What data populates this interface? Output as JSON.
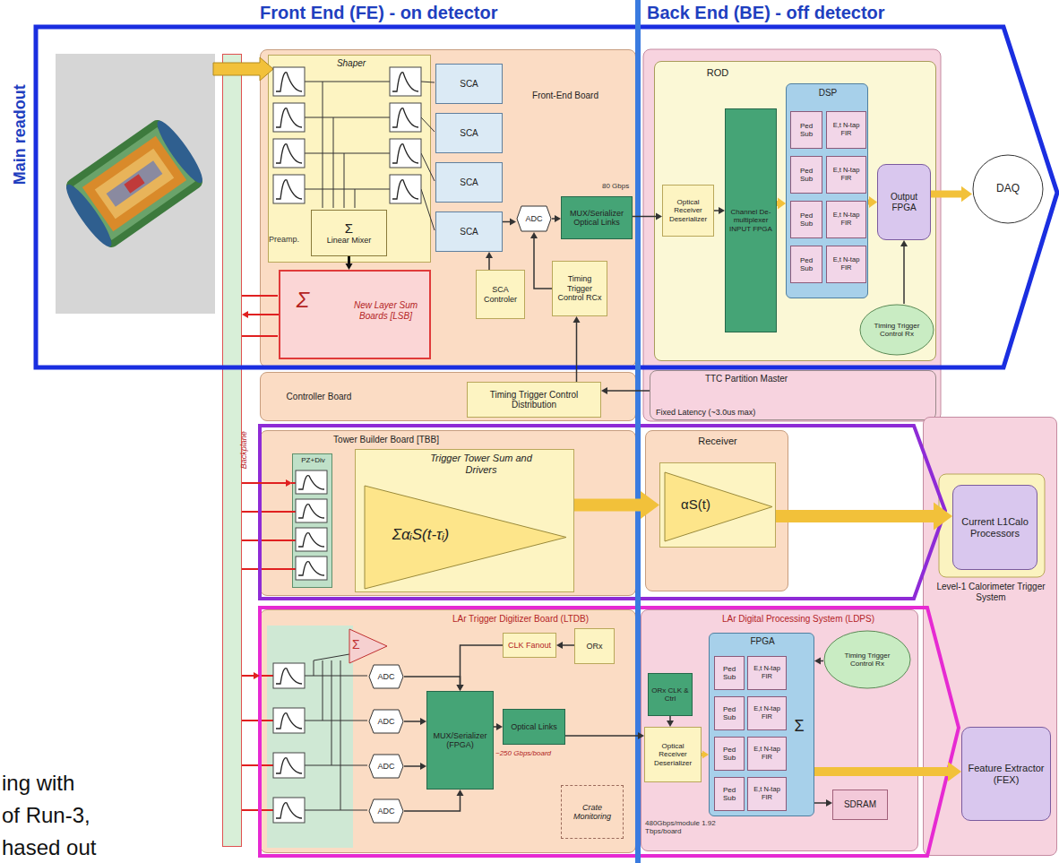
{
  "diagram": {
    "nodes": [
      {
        "text": [
          "Front-End Board"
        ]
      },
      {
        "text": [
          "Shaper"
        ],
        "in": 0
      },
      {
        "text": [
          "Σ",
          "Linear Mixer"
        ],
        "in": 1
      },
      {
        "text": [
          "SCA"
        ],
        "in": 0
      },
      {
        "text": [
          "SCA"
        ],
        "in": 0
      },
      {
        "text": [
          "SCA"
        ],
        "in": 0
      },
      {
        "text": [
          "SCA"
        ],
        "in": 0
      },
      {
        "text": [
          "ADC"
        ],
        "in": 0
      },
      {
        "text": [
          "MUX/Serializer Optical Links"
        ],
        "in": 0
      },
      {
        "text": [
          "Timing Trigger Control RCx"
        ],
        "in": 0
      },
      {
        "text": [
          "SCA Controler"
        ],
        "in": 0
      },
      {
        "text": [
          "Σ",
          "New Layer Sum Boards [LSB]"
        ],
        "in": 0
      },
      {
        "text": [
          "Controller Board"
        ]
      },
      {
        "text": [
          "Timing Trigger Control Distribution"
        ],
        "in": 12
      },
      {
        "text": [
          "ROD"
        ]
      },
      {
        "text": [
          "Optical Receiver Deserializer"
        ],
        "in": 14
      },
      {
        "text": [
          "Channel De-multiplexer INPUT FPGA"
        ],
        "in": 14
      },
      {
        "text": [
          "DSP"
        ],
        "in": 14
      },
      {
        "text": [
          "Ped Sub"
        ],
        "in": 17
      },
      {
        "text": [
          "E,t N-tap FIR"
        ],
        "in": 17
      },
      {
        "text": [
          "Ped Sub"
        ],
        "in": 17
      },
      {
        "text": [
          "E,t N-tap FIR"
        ],
        "in": 17
      },
      {
        "text": [
          "Ped Sub"
        ],
        "in": 17
      },
      {
        "text": [
          "E,t N-tap FIR"
        ],
        "in": 17
      },
      {
        "text": [
          "Ped Sub"
        ],
        "in": 17
      },
      {
        "text": [
          "E,t N-tap FIR"
        ],
        "in": 17
      },
      {
        "text": [
          "Output FPGA"
        ],
        "in": 14
      },
      {
        "text": [
          "Timing Trigger Control Rx"
        ],
        "in": 14
      },
      {
        "text": [
          "DAQ"
        ]
      },
      {
        "text": [
          "TTC Partition Master"
        ]
      },
      {
        "text": [
          "Tower Builder Board [TBB]"
        ]
      },
      {
        "text": [
          "PZ+Div"
        ],
        "in": 30
      },
      {
        "text": [
          "Trigger Tower Sum and Drivers",
          "ΣαᵢS(t-τᵢ)"
        ],
        "in": 30
      },
      {
        "text": [
          "Receiver"
        ]
      },
      {
        "text": [
          "αS(t)"
        ],
        "in": 33
      },
      {
        "text": [
          "Level-1 Calorimeter Trigger System"
        ]
      },
      {
        "text": [
          "Current L1Calo Processors"
        ],
        "in": 35
      },
      {
        "text": [
          "Feature Extractor (FEX)"
        ],
        "in": 35
      },
      {
        "text": [
          "LAr Trigger Digitizer Board (LTDB)"
        ]
      },
      {
        "text": [
          "ADC"
        ],
        "in": 38
      },
      {
        "text": [
          "ADC"
        ],
        "in": 38
      },
      {
        "text": [
          "ADC"
        ],
        "in": 38
      },
      {
        "text": [
          "ADC"
        ],
        "in": 38
      },
      {
        "text": [
          "CLK Fanout"
        ],
        "in": 38
      },
      {
        "text": [
          "ORx"
        ],
        "in": 38
      },
      {
        "text": [
          "MUX/Serializer (FPGA)"
        ],
        "in": 38
      },
      {
        "text": [
          "Optical Links"
        ],
        "in": 38
      },
      {
        "text": [
          "Crate Monitoring"
        ],
        "in": 38
      },
      {
        "text": [
          "LAr Digital Processing System (LDPS)"
        ]
      },
      {
        "text": [
          "ORx CLK & Ctrl"
        ],
        "in": 48
      },
      {
        "text": [
          "Optical Receiver Deserializer"
        ],
        "in": 48
      },
      {
        "text": [
          "FPGA"
        ],
        "in": 48
      },
      {
        "text": [
          "Ped Sub"
        ],
        "in": 51
      },
      {
        "text": [
          "E,t N-tap FIR"
        ],
        "in": 51
      },
      {
        "text": [
          "Ped Sub"
        ],
        "in": 51
      },
      {
        "text": [
          "E,t N-tap FIR"
        ],
        "in": 51
      },
      {
        "text": [
          "Ped Sub"
        ],
        "in": 51
      },
      {
        "text": [
          "E,t N-tap FIR"
        ],
        "in": 51
      },
      {
        "text": [
          "Ped Sub"
        ],
        "in": 51
      },
      {
        "text": [
          "E,t N-tap FIR"
        ],
        "in": 51
      },
      {
        "text": [
          "Timing Trigger Control Rx"
        ],
        "in": 48
      },
      {
        "text": [
          "SDRAM"
        ],
        "in": 48
      },
      {
        "text": [
          "Backplane"
        ]
      }
    ],
    "edges": [
      {
        "from": 8,
        "to": 15,
        "arrow": "to"
      },
      {
        "from": 15,
        "to": 16,
        "arrow": "to"
      },
      {
        "from": 16,
        "to": 17,
        "arrow": "to"
      },
      {
        "from": 17,
        "to": 26,
        "arrow": "to"
      },
      {
        "from": 26,
        "to": 28,
        "arrow": "to"
      },
      {
        "from": 27,
        "to": 26,
        "arrow": "to"
      },
      {
        "from": 29,
        "to": 13,
        "arrow": "to",
        "label": "Fixed Latency (~3.0us max)"
      },
      {
        "from": 13,
        "to": 9,
        "arrow": "to"
      },
      {
        "from": 9,
        "to": 7,
        "arrow": "to"
      },
      {
        "from": 10,
        "to": 6,
        "arrow": "to"
      },
      {
        "from": 6,
        "to": 7,
        "arrow": "to"
      },
      {
        "from": 7,
        "to": 8,
        "arrow": "to"
      },
      {
        "from": 2,
        "to": 11,
        "arrow": "to"
      },
      {
        "from": 32,
        "to": 34,
        "arrow": "to"
      },
      {
        "from": 34,
        "to": 36,
        "arrow": "to"
      },
      {
        "from": 44,
        "to": 43,
        "arrow": "to"
      },
      {
        "from": 43,
        "to": 45,
        "arrow": "to"
      },
      {
        "from": 39,
        "to": 45,
        "arrow": "to"
      },
      {
        "from": 40,
        "to": 45,
        "arrow": "to"
      },
      {
        "from": 41,
        "to": 45,
        "arrow": "to"
      },
      {
        "from": 42,
        "to": 45,
        "arrow": "to"
      },
      {
        "from": 45,
        "to": 46,
        "arrow": "to"
      },
      {
        "from": 46,
        "to": 50,
        "arrow": "to"
      },
      {
        "from": 49,
        "to": 50,
        "arrow": "to"
      },
      {
        "from": 50,
        "to": 51,
        "arrow": "to"
      },
      {
        "from": 60,
        "to": 51,
        "arrow": "to"
      },
      {
        "from": 51,
        "to": 37,
        "arrow": "to"
      },
      {
        "from": 51,
        "to": 61,
        "arrow": "to"
      },
      {
        "from": 11,
        "to": 62,
        "arrow": "to"
      },
      {
        "from": 62,
        "to": 31,
        "arrow": "to"
      },
      {
        "from": 62,
        "to": 38,
        "arrow": "to"
      }
    ],
    "labels": [
      "Front End (FE) - on detector",
      "Back End (BE) - off detector",
      "Main readout",
      "Preamp.",
      "80 Gbps",
      "Σ",
      "~250 Gbps/board",
      "480Gbps/module 1.92 Tbps/board",
      "Σ",
      "ing with",
      "of Run-3,",
      "hased out"
    ]
  }
}
